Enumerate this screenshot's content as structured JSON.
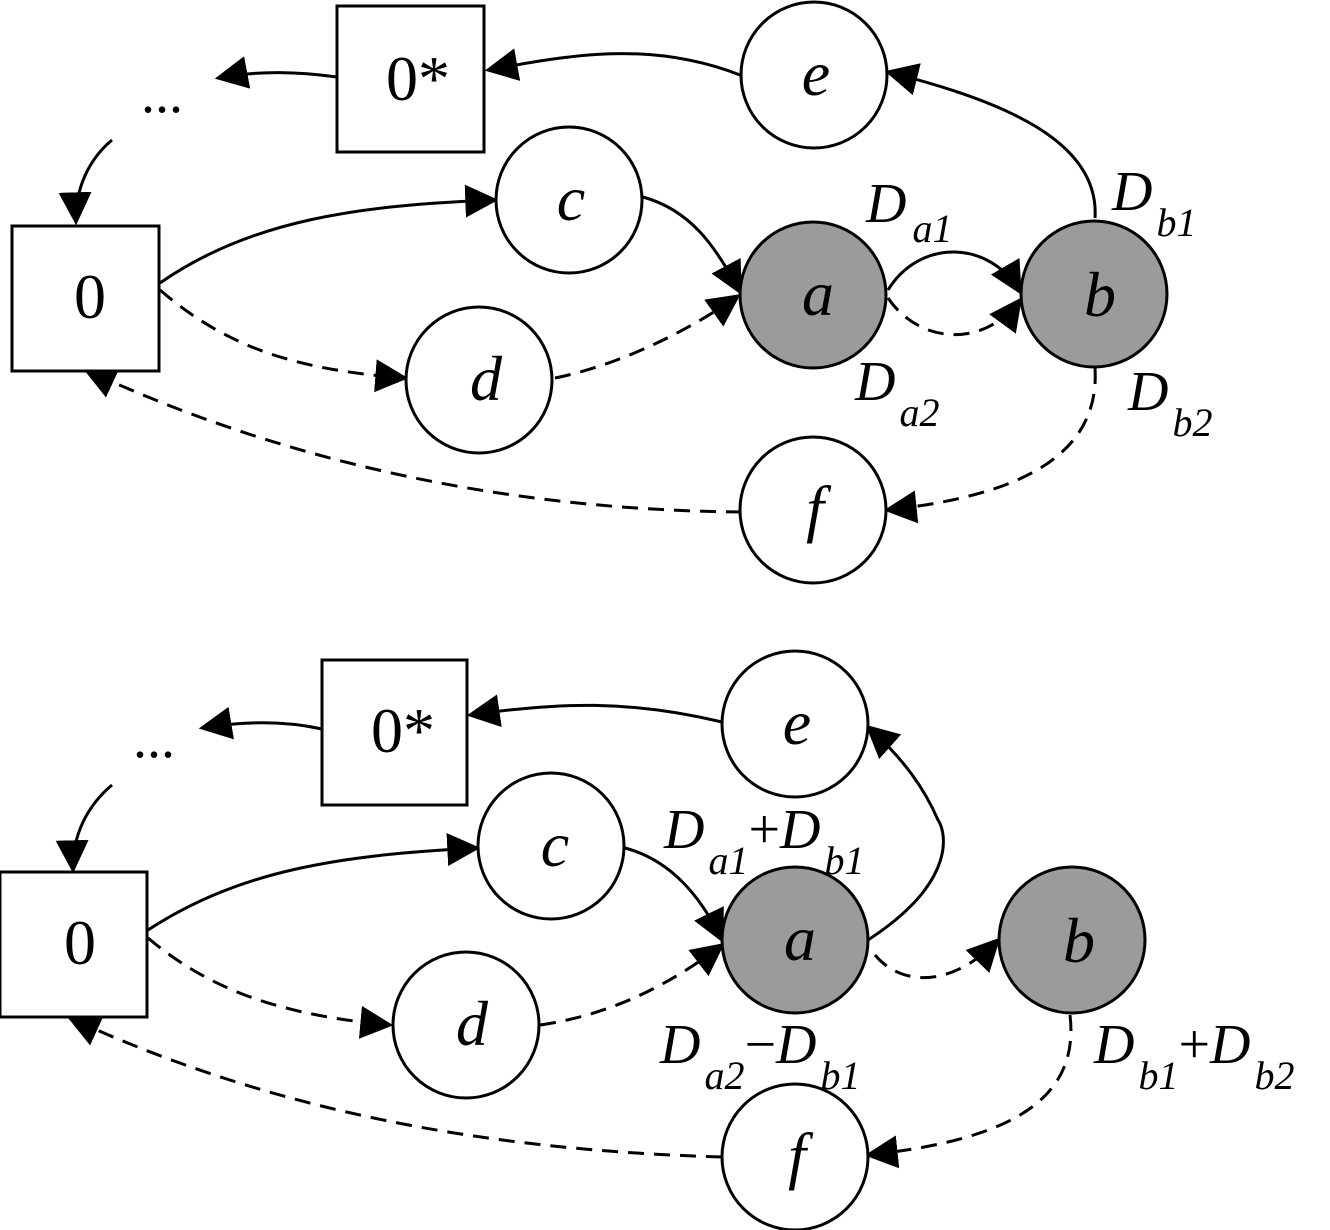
{
  "colors": {
    "shaded_node": "#9b9b9b",
    "plain_node": "#ffffff",
    "line": "#000000"
  },
  "top_graph": {
    "nodes": {
      "zero": "0",
      "zero_star": "0*",
      "ellipsis": "...",
      "a": "a",
      "b": "b",
      "c": "c",
      "d": "d",
      "e": "e",
      "f": "f"
    },
    "labels": {
      "da1": {
        "main": "D",
        "sub": "a1"
      },
      "da2": {
        "main": "D",
        "sub": "a2"
      },
      "db1": {
        "main": "D",
        "sub": "b1"
      },
      "db2": {
        "main": "D",
        "sub": "b2"
      }
    }
  },
  "bottom_graph": {
    "nodes": {
      "zero": "0",
      "zero_star": "0*",
      "ellipsis": "...",
      "a": "a",
      "b": "b",
      "c": "c",
      "d": "d",
      "e": "e",
      "f": "f"
    },
    "labels": {
      "sum_label": {
        "t1": "D",
        "s1": "a1",
        "op": "+",
        "t2": "D",
        "s2": "b1"
      },
      "diff_label": {
        "t1": "D",
        "s1": "a2",
        "op": "−",
        "t2": "D",
        "s2": "b1"
      },
      "b_sum_label": {
        "t1": "D",
        "s1": "b1",
        "op": "+",
        "t2": "D",
        "s2": "b2"
      }
    }
  }
}
